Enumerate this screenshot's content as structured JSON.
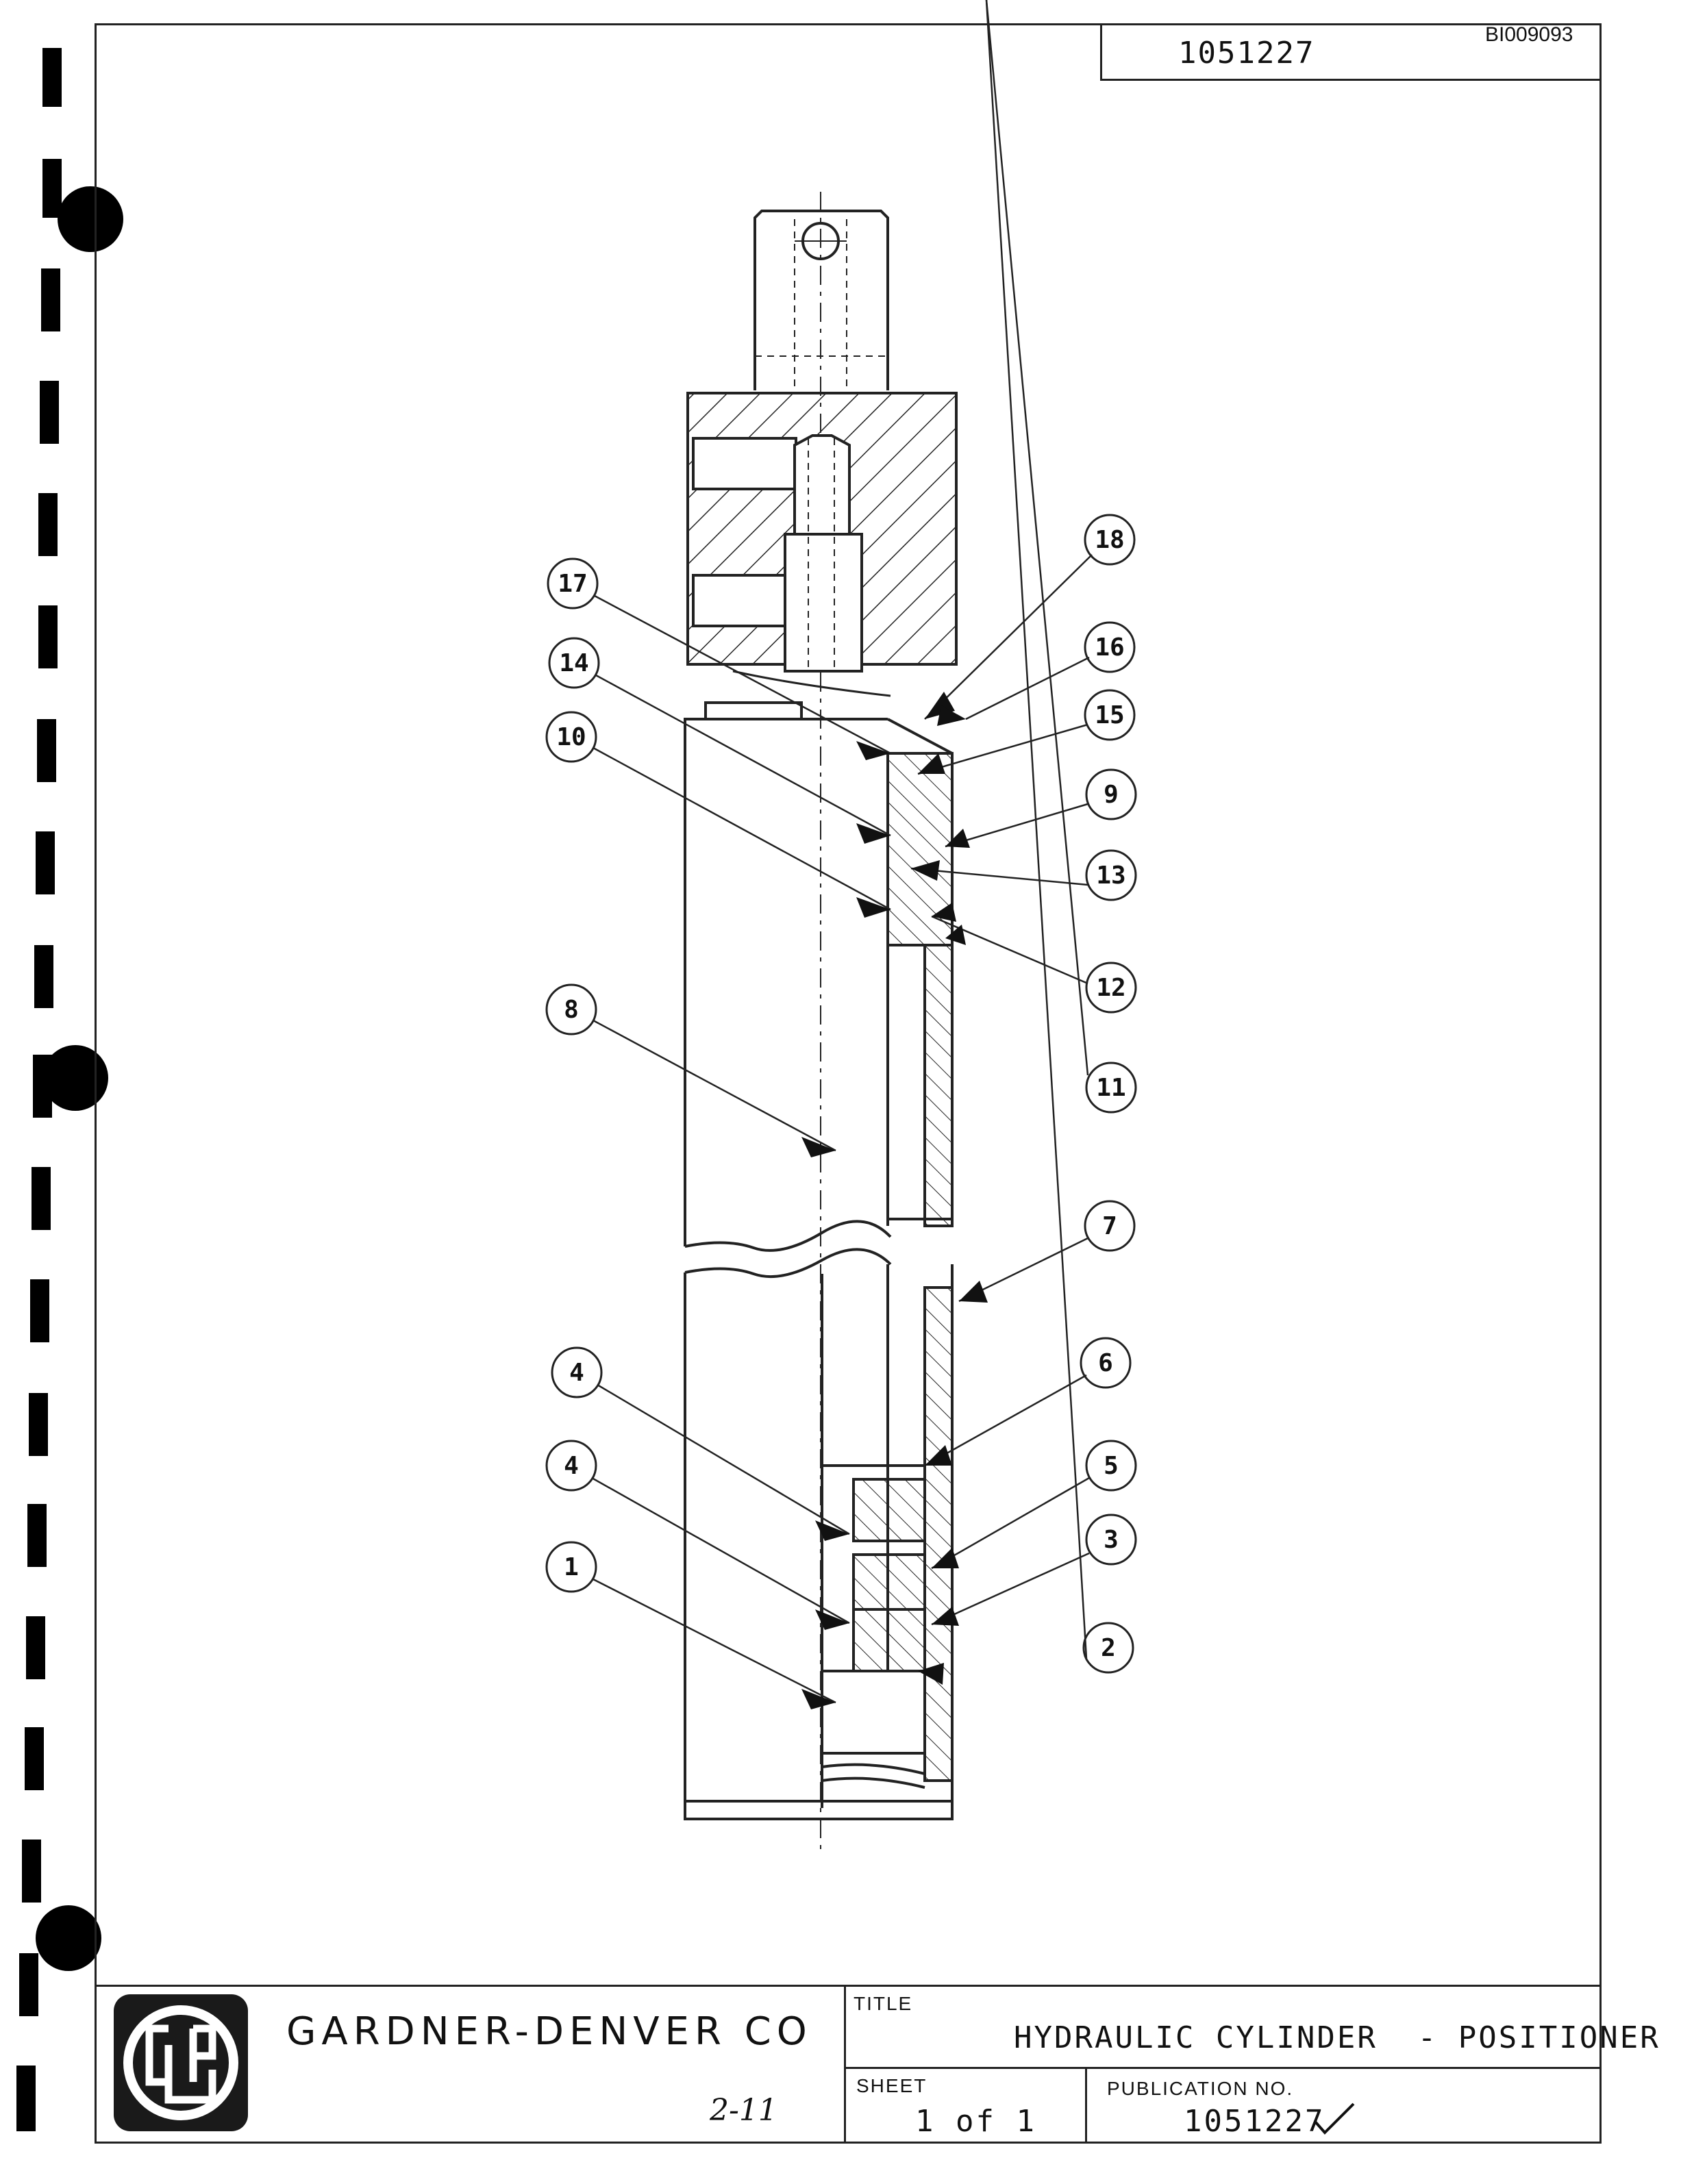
{
  "header": {
    "publication_number": "1051227",
    "document_id": "BI009093"
  },
  "drawing": {
    "callouts": [
      "18",
      "17",
      "16",
      "14",
      "15",
      "10",
      "9",
      "13",
      "12",
      "8",
      "11",
      "7",
      "4",
      "6",
      "4",
      "5",
      "3",
      "1",
      "2"
    ]
  },
  "title_block": {
    "company": "GARDNER-DENVER CO",
    "title_label": "TITLE",
    "title": "HYDRAULIC CYLINDER  - POSITIONER",
    "sheet_label": "SHEET",
    "sheet": "1 of 1",
    "publication_label": "PUBLICATION NO.",
    "publication_number": "1051227",
    "handwritten_note": "2-11"
  }
}
